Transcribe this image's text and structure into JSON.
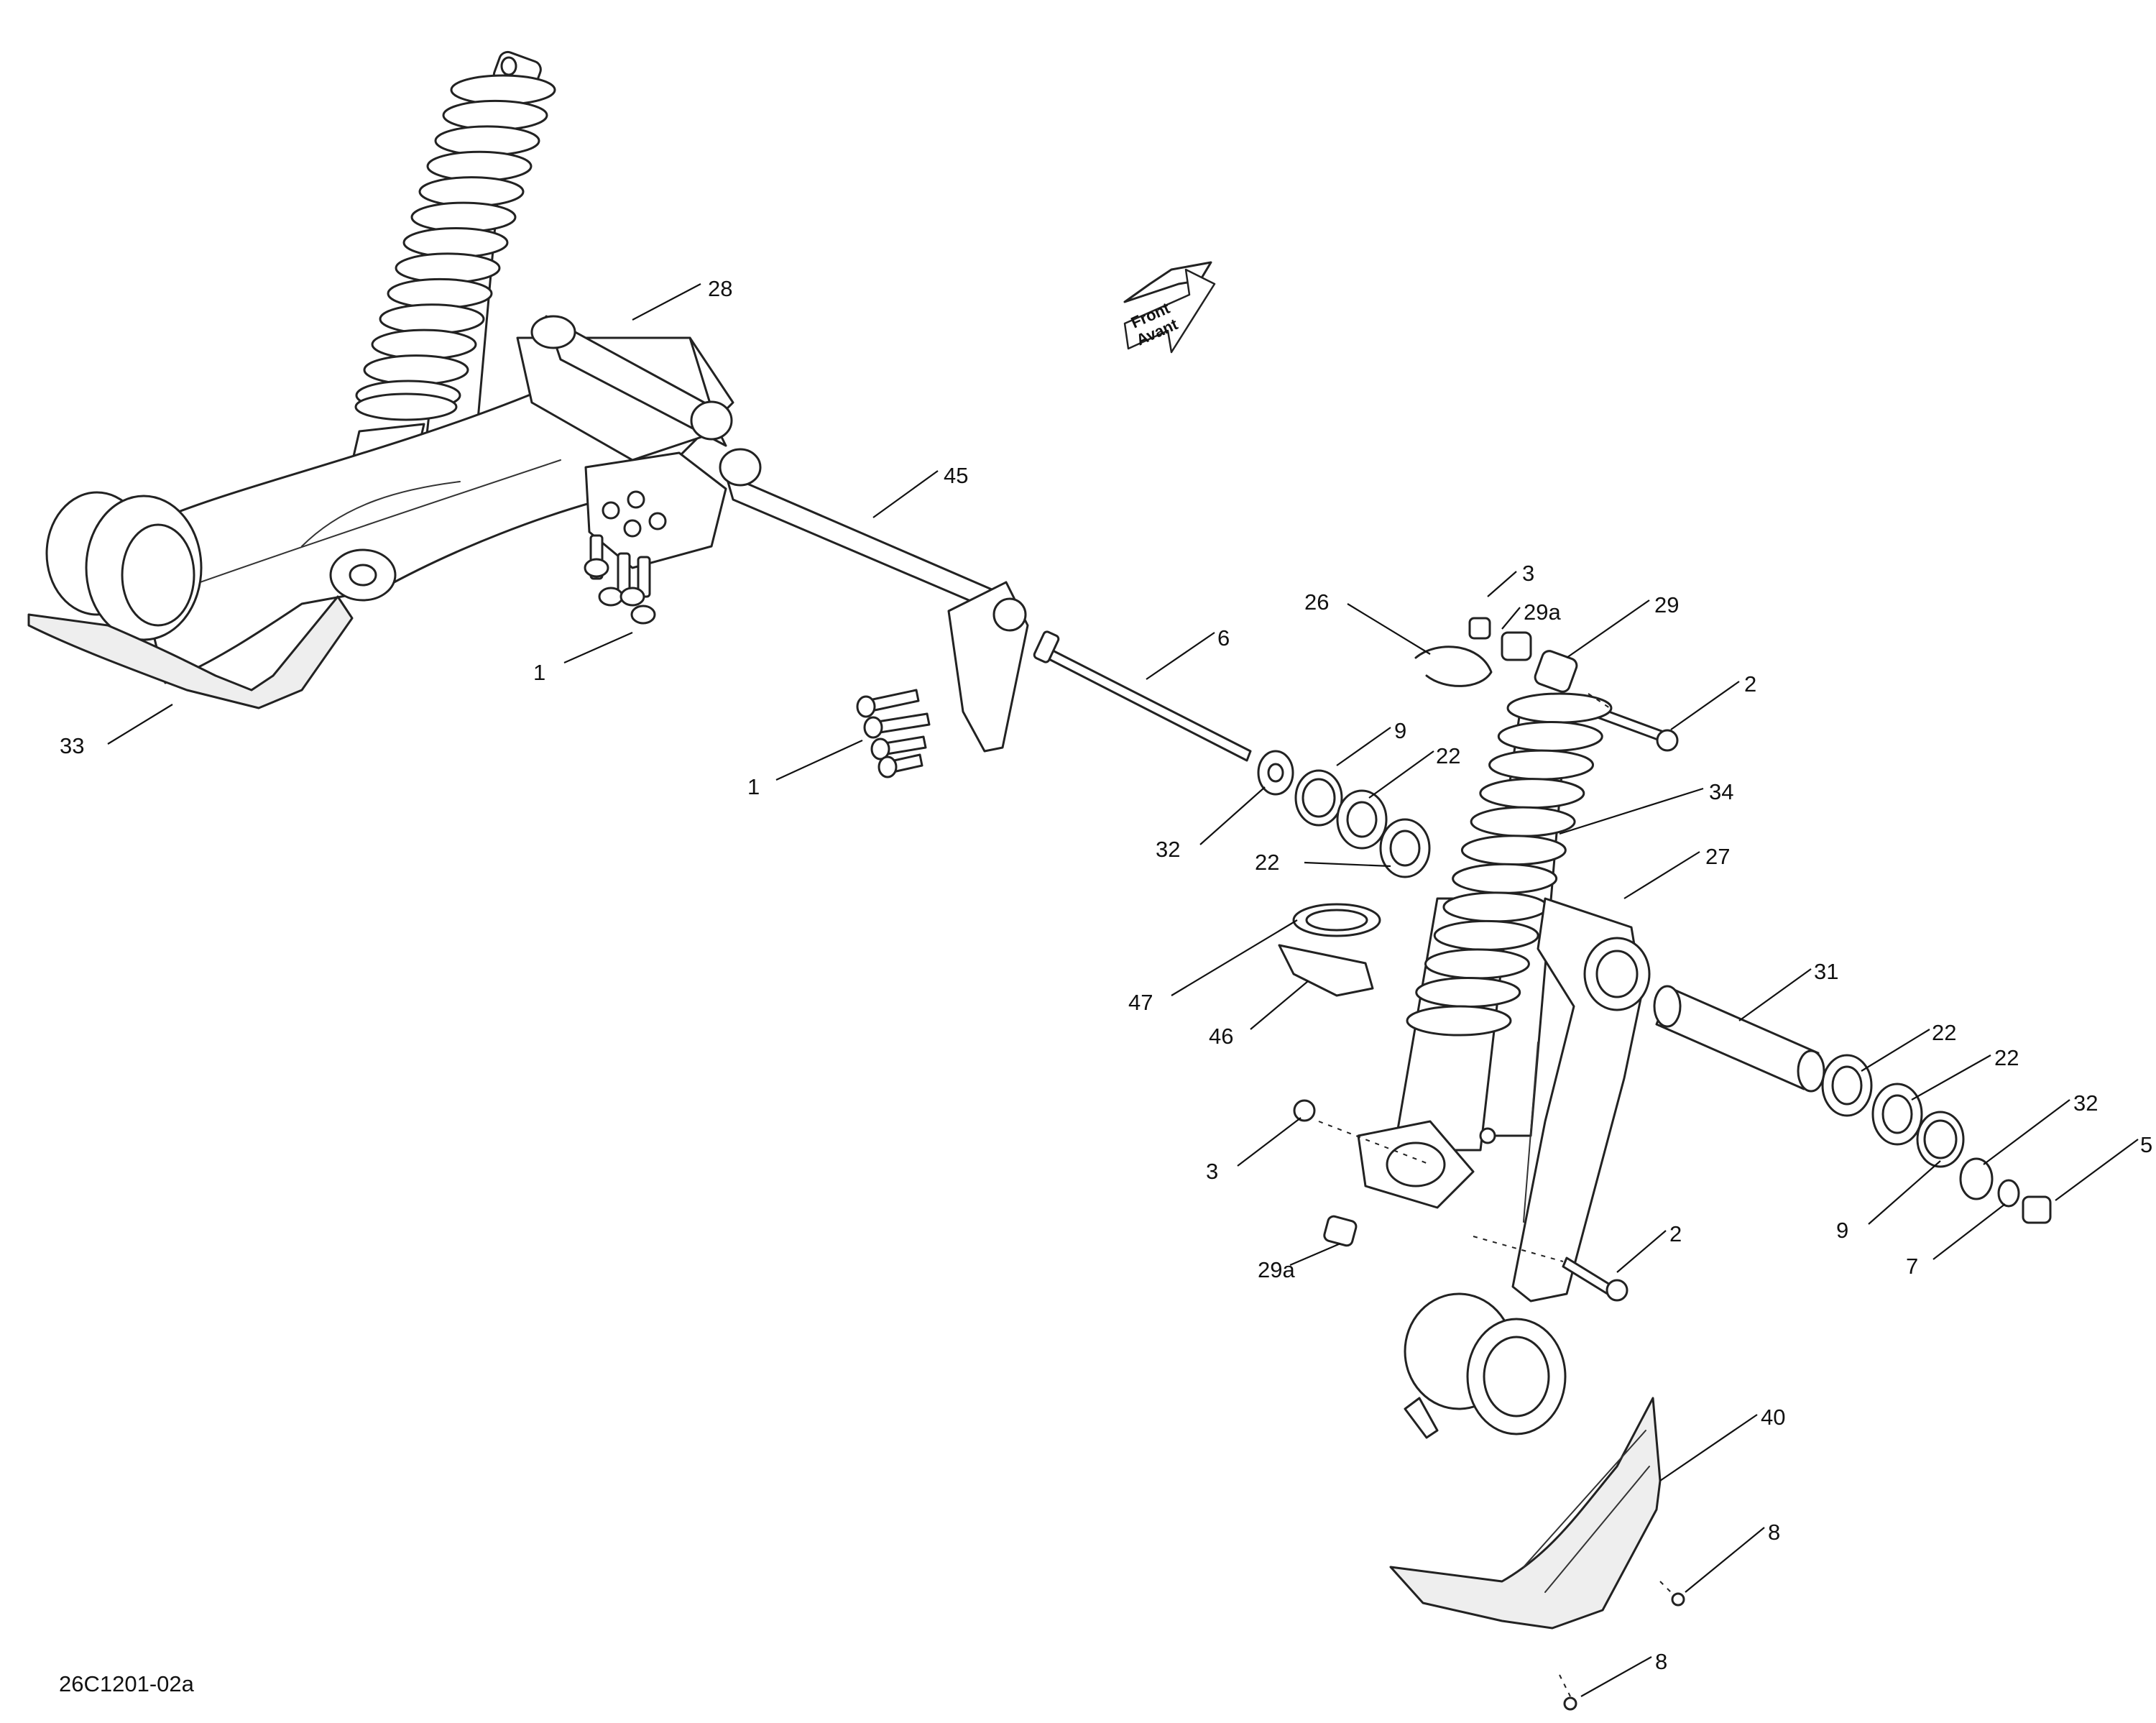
{
  "drawing_ref": "26C1201-02a",
  "front_badge": {
    "line1": "Front",
    "line2": "Avant"
  },
  "callouts": [
    "28",
    "45",
    "1",
    "33",
    "1",
    "6",
    "26",
    "3",
    "29a",
    "29",
    "2",
    "9",
    "22",
    "34",
    "32",
    "22",
    "27",
    "47",
    "46",
    "31",
    "22",
    "22",
    "32",
    "5",
    "3",
    "9",
    "7",
    "2",
    "29a",
    "40",
    "8",
    "8"
  ]
}
